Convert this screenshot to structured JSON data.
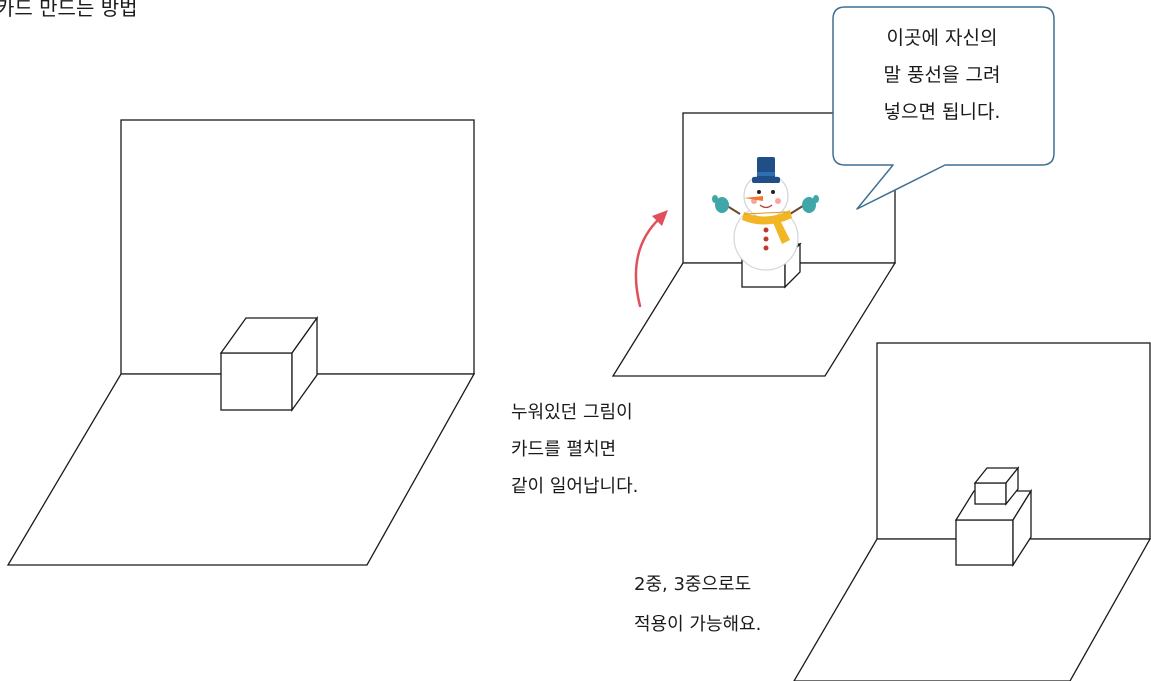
{
  "page_title": "카드 만드는 방법",
  "speech_bubble": {
    "lines": [
      "이곳에 자신의",
      "말 풍선을 그려",
      "넣으면 됩니다."
    ],
    "border_color": "#3f6f93"
  },
  "caption_standup": {
    "lines": [
      "누워있던 그림이",
      "카드를 펼치면",
      "같이 일어납니다."
    ]
  },
  "caption_layers": {
    "lines": [
      "2중, 3중으로도",
      "적용이 가능해요."
    ]
  },
  "colors": {
    "line": "#1a1a1a",
    "arrow": "#e0505a",
    "hat": "#1f4f86",
    "scarf": "#f2b624",
    "mitten": "#3fa7a7",
    "nose": "#f07a30",
    "button": "#c0392b"
  },
  "icons": [
    "snowman-illustration",
    "curved-arrow-icon"
  ]
}
